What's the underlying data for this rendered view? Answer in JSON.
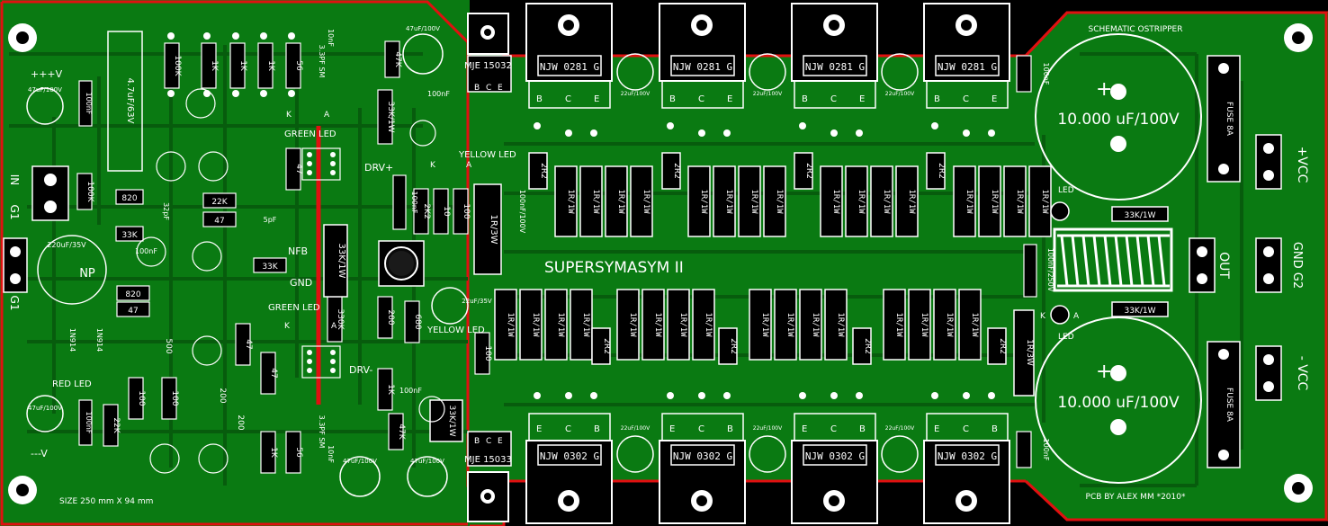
{
  "colors": {
    "background": "#000000",
    "copper": "#0a7a12",
    "copper_bright": "#139a1c",
    "trace": "#075c0d",
    "silkscreen": "#ffffff",
    "outline": "#e01010",
    "pad": "#ffffff",
    "hole": "#000000"
  },
  "header": {
    "schematic": "SCHEMATIC OSTRIPPER",
    "title": "SUPERSYMASYM II",
    "size": "SIZE 250 mm X 94 mm",
    "credit": "PCB BY ALEX MM *2010*"
  },
  "terminals": {
    "pos_v": "+++V",
    "neg_v": "---V",
    "in": "IN",
    "g1_top": "G1",
    "g1_bottom": "G1",
    "plus_vcc": "+VCC",
    "minus_vcc": "- VCC",
    "out": "OUT",
    "gnd": "GND G2"
  },
  "labels": {
    "drv_plus": "DRV+",
    "drv_minus": "DRV-",
    "nfb": "NFB",
    "gnd": "GND",
    "green_led_top": "GREEN LED",
    "green_led_bottom": "GREEN LED",
    "yellow_led_top": "YELLOW LED",
    "yellow_led_bottom": "YELLOW LED",
    "red_led": "RED LED",
    "led_top": "LED",
    "led_bottom": "LED",
    "fuse_top": "FUSE 8A",
    "fuse_bottom": "FUSE 8A",
    "cap_big_top": "10.000 uF/100V",
    "cap_big_bottom": "10.000 uF/100V",
    "mje_top": "MJE 15032",
    "mje_bottom": "MJE 15033",
    "np": "NP",
    "k": "K",
    "a": "A",
    "b": "B",
    "c": "C",
    "e": "E",
    "plus": "+",
    "minus": "-"
  },
  "transistors_top": [
    "NJW 0281 G",
    "NJW 0281 G",
    "NJW 0281 G",
    "NJW 0281 G"
  ],
  "transistors_bottom": [
    "NJW 0302 G",
    "NJW 0302 G",
    "NJW 0302 G",
    "NJW 0302 G"
  ],
  "components": {
    "r_100k": "100K",
    "r_1k": "1K",
    "r_56": "56",
    "r_47": "47",
    "r_47k": "47K",
    "r_33k_1w": "33K/1W",
    "r_820": "820",
    "r_22k": "22K",
    "r_33k": "33K",
    "r_5pf": "5pF",
    "r_1r_1w": "1R/1W",
    "r_2r2": "2R2",
    "r_2k2": "2K2",
    "r_10": "10",
    "r_100": "100",
    "r_200": "200",
    "r_680": "680",
    "r_330k": "330K",
    "r_500": "500",
    "r_1r_3w": "1R/3W",
    "r_33k_1w_short": "33K/1W",
    "c_47u_63v": "4.7uF/63V",
    "c_47u_100v": "47uF/100V",
    "c_100nf": "100nF",
    "c_100nf_100v": "100nF/100V",
    "c_100nf_250v": "100nF/250V",
    "c_220u_35v": "220uF/35V",
    "c_22u_35v": "22uF/35V",
    "c_22u_100v": "22uF/100V",
    "c_32pf": "32pF",
    "c_33pf": "3.3PF SM",
    "c_10nf": "10nF",
    "c_100nf_small": "100nF",
    "d_1n914": "1N914",
    "r_33k_w": "33K/1W"
  }
}
